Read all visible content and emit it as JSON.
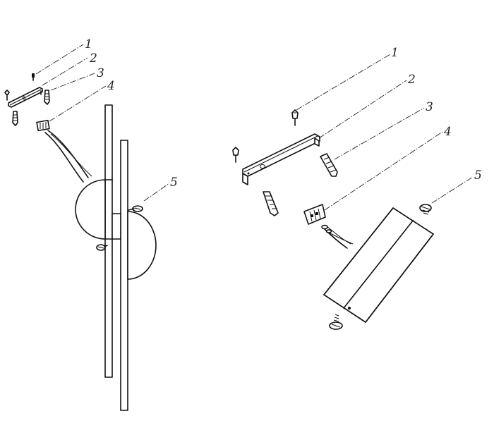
{
  "left_view": {
    "callouts": [
      {
        "number": "1",
        "part": "screw"
      },
      {
        "number": "2",
        "part": "mounting-bracket"
      },
      {
        "number": "3",
        "part": "wall-anchor"
      },
      {
        "number": "4",
        "part": "terminal-block"
      },
      {
        "number": "5",
        "part": "set-screw"
      }
    ]
  },
  "right_view": {
    "callouts": [
      {
        "number": "1",
        "part": "screw"
      },
      {
        "number": "2",
        "part": "mounting-bracket"
      },
      {
        "number": "3",
        "part": "wall-anchor"
      },
      {
        "number": "4",
        "part": "terminal-block"
      },
      {
        "number": "5",
        "part": "set-screw"
      }
    ]
  },
  "colors": {
    "line": "#111111",
    "background": "#ffffff"
  }
}
